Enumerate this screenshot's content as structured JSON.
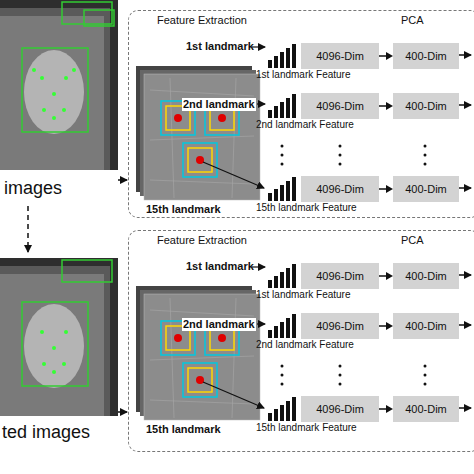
{
  "diagram": {
    "nodes": [
      {
        "text": [
          "Feature Extraction",
          "PCA"
        ]
      },
      {
        "text": [
          "4096-Dim"
        ],
        "in": 0
      },
      {
        "text": [
          "400-Dim"
        ],
        "in": 0
      },
      {
        "text": [
          "4096-Dim"
        ],
        "in": 0
      },
      {
        "text": [
          "400-Dim"
        ],
        "in": 0
      },
      {
        "text": [
          "4096-Dim"
        ],
        "in": 0
      },
      {
        "text": [
          "400-Dim"
        ],
        "in": 0
      },
      {
        "text": [
          "Feature Extraction",
          "PCA"
        ]
      },
      {
        "text": [
          "4096-Dim"
        ],
        "in": 7
      },
      {
        "text": [
          "400-Dim"
        ],
        "in": 7
      },
      {
        "text": [
          "4096-Dim"
        ],
        "in": 7
      },
      {
        "text": [
          "400-Dim"
        ],
        "in": 7
      },
      {
        "text": [
          "4096-Dim"
        ],
        "in": 7
      },
      {
        "text": [
          "400-Dim"
        ],
        "in": 7
      }
    ],
    "edges": [
      {
        "from": 1,
        "to": 2,
        "arrow": "to"
      },
      {
        "from": 3,
        "to": 4,
        "arrow": "to"
      },
      {
        "from": 5,
        "to": 6,
        "arrow": "to"
      },
      {
        "from": 8,
        "to": 9,
        "arrow": "to"
      },
      {
        "from": 10,
        "to": 11,
        "arrow": "to"
      },
      {
        "from": 12,
        "to": 13,
        "arrow": "to"
      }
    ],
    "labels": [
      "images",
      "ted images",
      "1st landmark",
      "2nd landmark",
      "15th landmark",
      "1st landmark Feature",
      "2nd landmark Feature",
      "15th landmark Feature",
      "1st landmark",
      "2nd landmark",
      "15th landmark",
      "1st landmark Feature",
      "2nd landmark Feature",
      "15th landmark Feature"
    ]
  }
}
